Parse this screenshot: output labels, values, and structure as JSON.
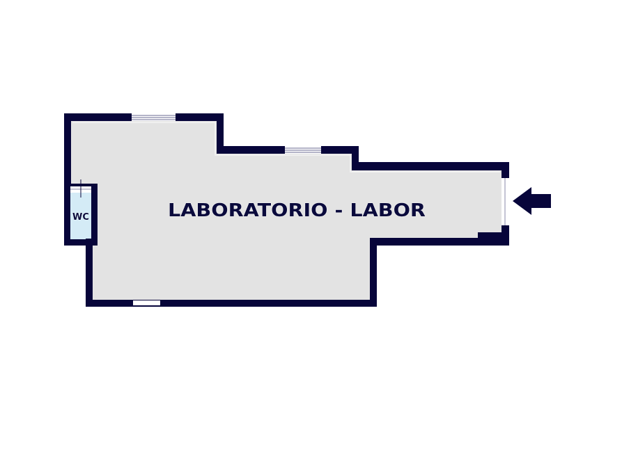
{
  "plan": {
    "rooms": [
      {
        "id": "main",
        "label": "LABORATORIO - LABOR"
      },
      {
        "id": "wc",
        "label": "WC"
      }
    ],
    "entrance": {
      "icon": "entrance-arrow-icon"
    },
    "colors": {
      "wall": "#07053a",
      "floor_main": "#e3e3e3",
      "floor_wc": "#d4ebf6",
      "window": "#ffffff",
      "background": "#ffffff"
    }
  }
}
